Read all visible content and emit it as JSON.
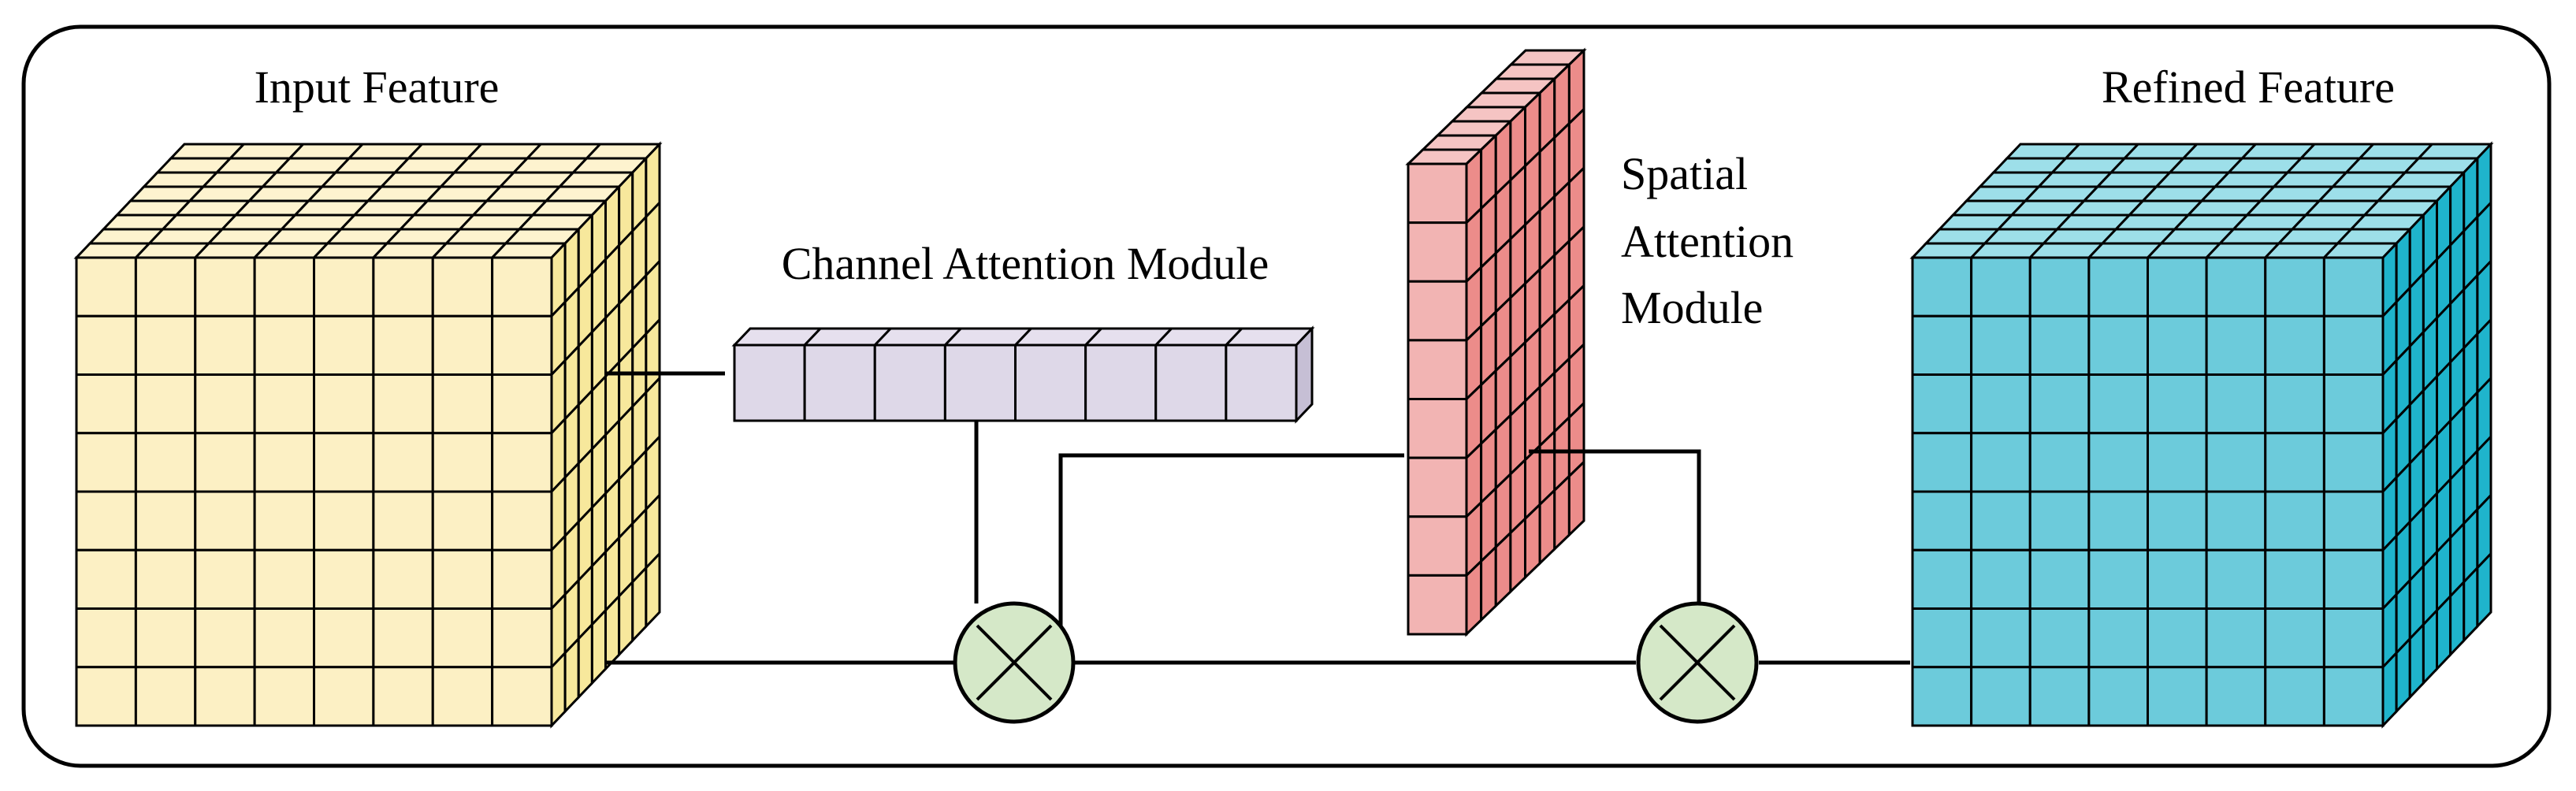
{
  "labels": {
    "input": "Input Feature",
    "channel": "Channel Attention Module",
    "spatial_line1": "Spatial",
    "spatial_line2": "Attention",
    "spatial_line3": "Module",
    "refined": "Refined Feature"
  },
  "colors": {
    "input_front": "#fcf0c4",
    "input_top": "#fdf3cf",
    "input_side": "#f7e89c",
    "channel_front": "#ded8e8",
    "channel_top": "#e6e0ee",
    "channel_side": "#c6bfd5",
    "spatial_front": "#f2b4b3",
    "spatial_top": "#f5c4c3",
    "spatial_side": "#ec8c8a",
    "refined_front": "#6ccbdb",
    "refined_top": "#9ddfe9",
    "refined_side": "#1fb4cc",
    "multiply_fill": "#d5e8c8",
    "stroke": "#000000"
  },
  "icons": {
    "multiply_node": "circle-times-icon"
  }
}
